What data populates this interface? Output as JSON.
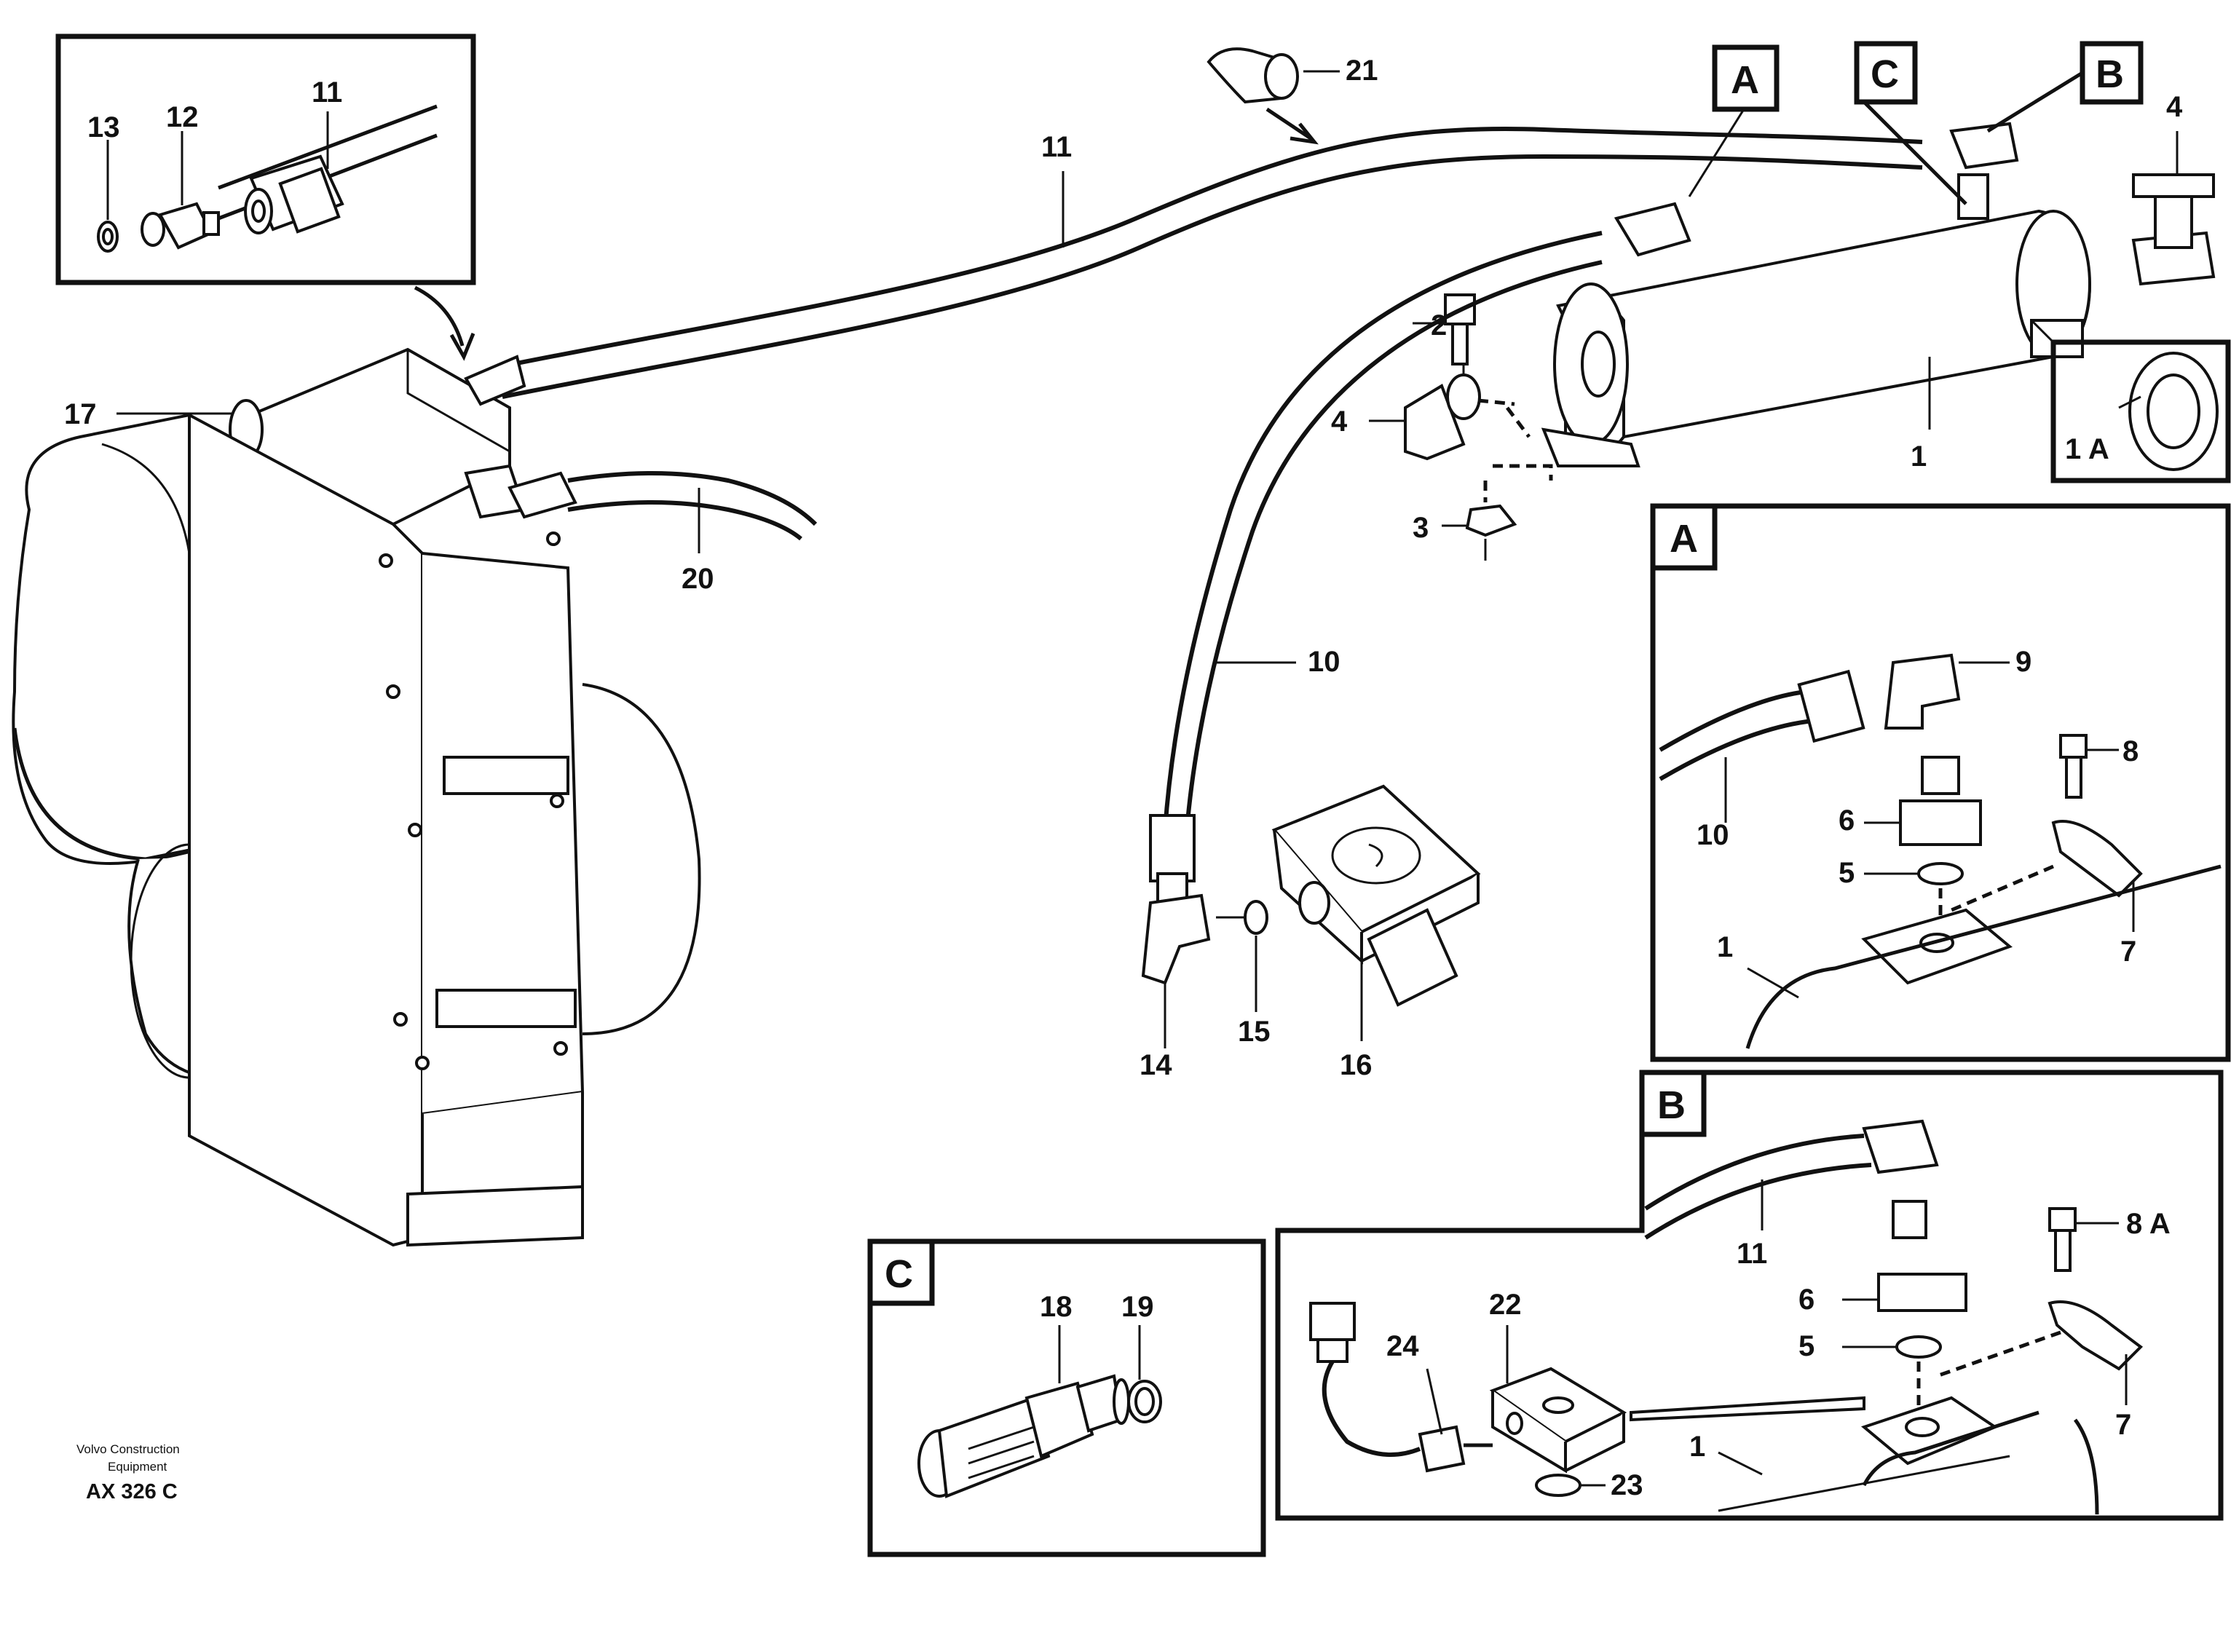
{
  "colors": {
    "line": "#111111",
    "background": "#ffffff"
  },
  "labels": {
    "p11_top": "11",
    "p12": "12",
    "p13": "13",
    "p11_inset": "11",
    "p21": "21",
    "p17": "17",
    "p20": "20",
    "p2": "2",
    "p4_left": "4",
    "p3": "3",
    "p1_main": "1",
    "p4_right": "4",
    "p1A": "1 A",
    "p10_main": "10",
    "p14": "14",
    "p15": "15",
    "p16": "16",
    "detailA_9": "9",
    "detailA_8": "8",
    "detailA_10": "10",
    "detailA_6": "6",
    "detailA_5": "5",
    "detailA_1": "1",
    "detailA_7": "7",
    "detailB_11": "11",
    "detailB_8A": "8 A",
    "detailB_6": "6",
    "detailB_5": "5",
    "detailB_7": "7",
    "detailB_22": "22",
    "detailB_24": "24",
    "detailB_23": "23",
    "detailB_1": "1",
    "detailC_18": "18",
    "detailC_19": "19"
  },
  "tags": {
    "A_top": "A",
    "C_top": "C",
    "B_top": "B",
    "A_panel": "A",
    "B_panel": "B",
    "C_panel": "C"
  },
  "footer": {
    "brand_line1": "Volvo Construction",
    "brand_line2": "Equipment",
    "code": "AX 326 C"
  }
}
